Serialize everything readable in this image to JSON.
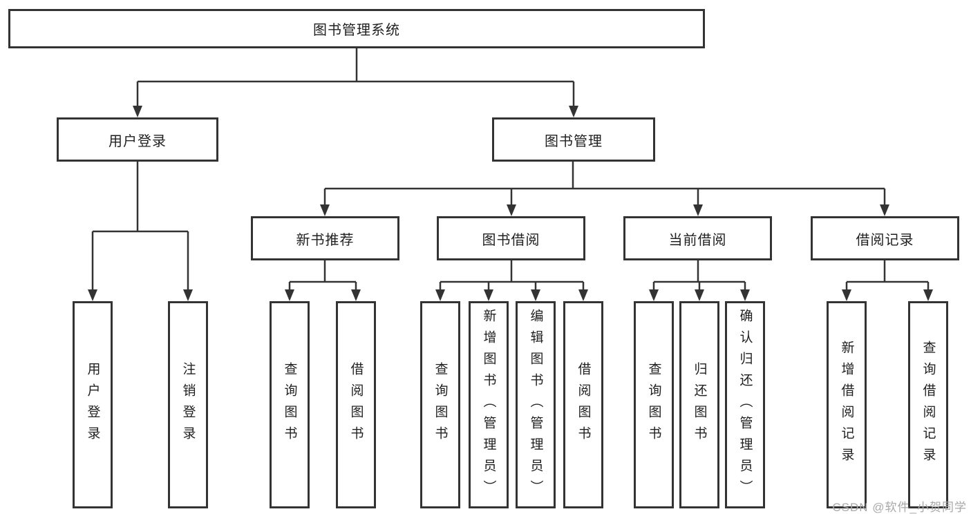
{
  "diagram": {
    "root": {
      "label": "图书管理系统"
    },
    "branches": [
      {
        "label": "用户登录",
        "children": [
          {
            "label": "用户登录"
          },
          {
            "label": "注销登录"
          }
        ]
      },
      {
        "label": "图书管理",
        "children": [
          {
            "label": "新书推荐",
            "children": [
              {
                "label": "查询图书"
              },
              {
                "label": "借阅图书"
              }
            ]
          },
          {
            "label": "图书借阅",
            "children": [
              {
                "label": "查询图书"
              },
              {
                "label": "新增图书（管理员）"
              },
              {
                "label": "编辑图书（管理员）"
              },
              {
                "label": "借阅图书"
              }
            ]
          },
          {
            "label": "当前借阅",
            "children": [
              {
                "label": "查询图书"
              },
              {
                "label": "归还图书"
              },
              {
                "label": "确认归还（管理员）"
              }
            ]
          },
          {
            "label": "借阅记录",
            "children": [
              {
                "label": "新增借阅记录"
              },
              {
                "label": "查询借阅记录"
              }
            ]
          }
        ]
      }
    ]
  },
  "watermark": {
    "text": "CSDN @软件_小贺同学"
  },
  "colors": {
    "line": "#333333",
    "text": "#1f1f1f",
    "watermark": "#a8a8a8",
    "background": "#ffffff"
  }
}
